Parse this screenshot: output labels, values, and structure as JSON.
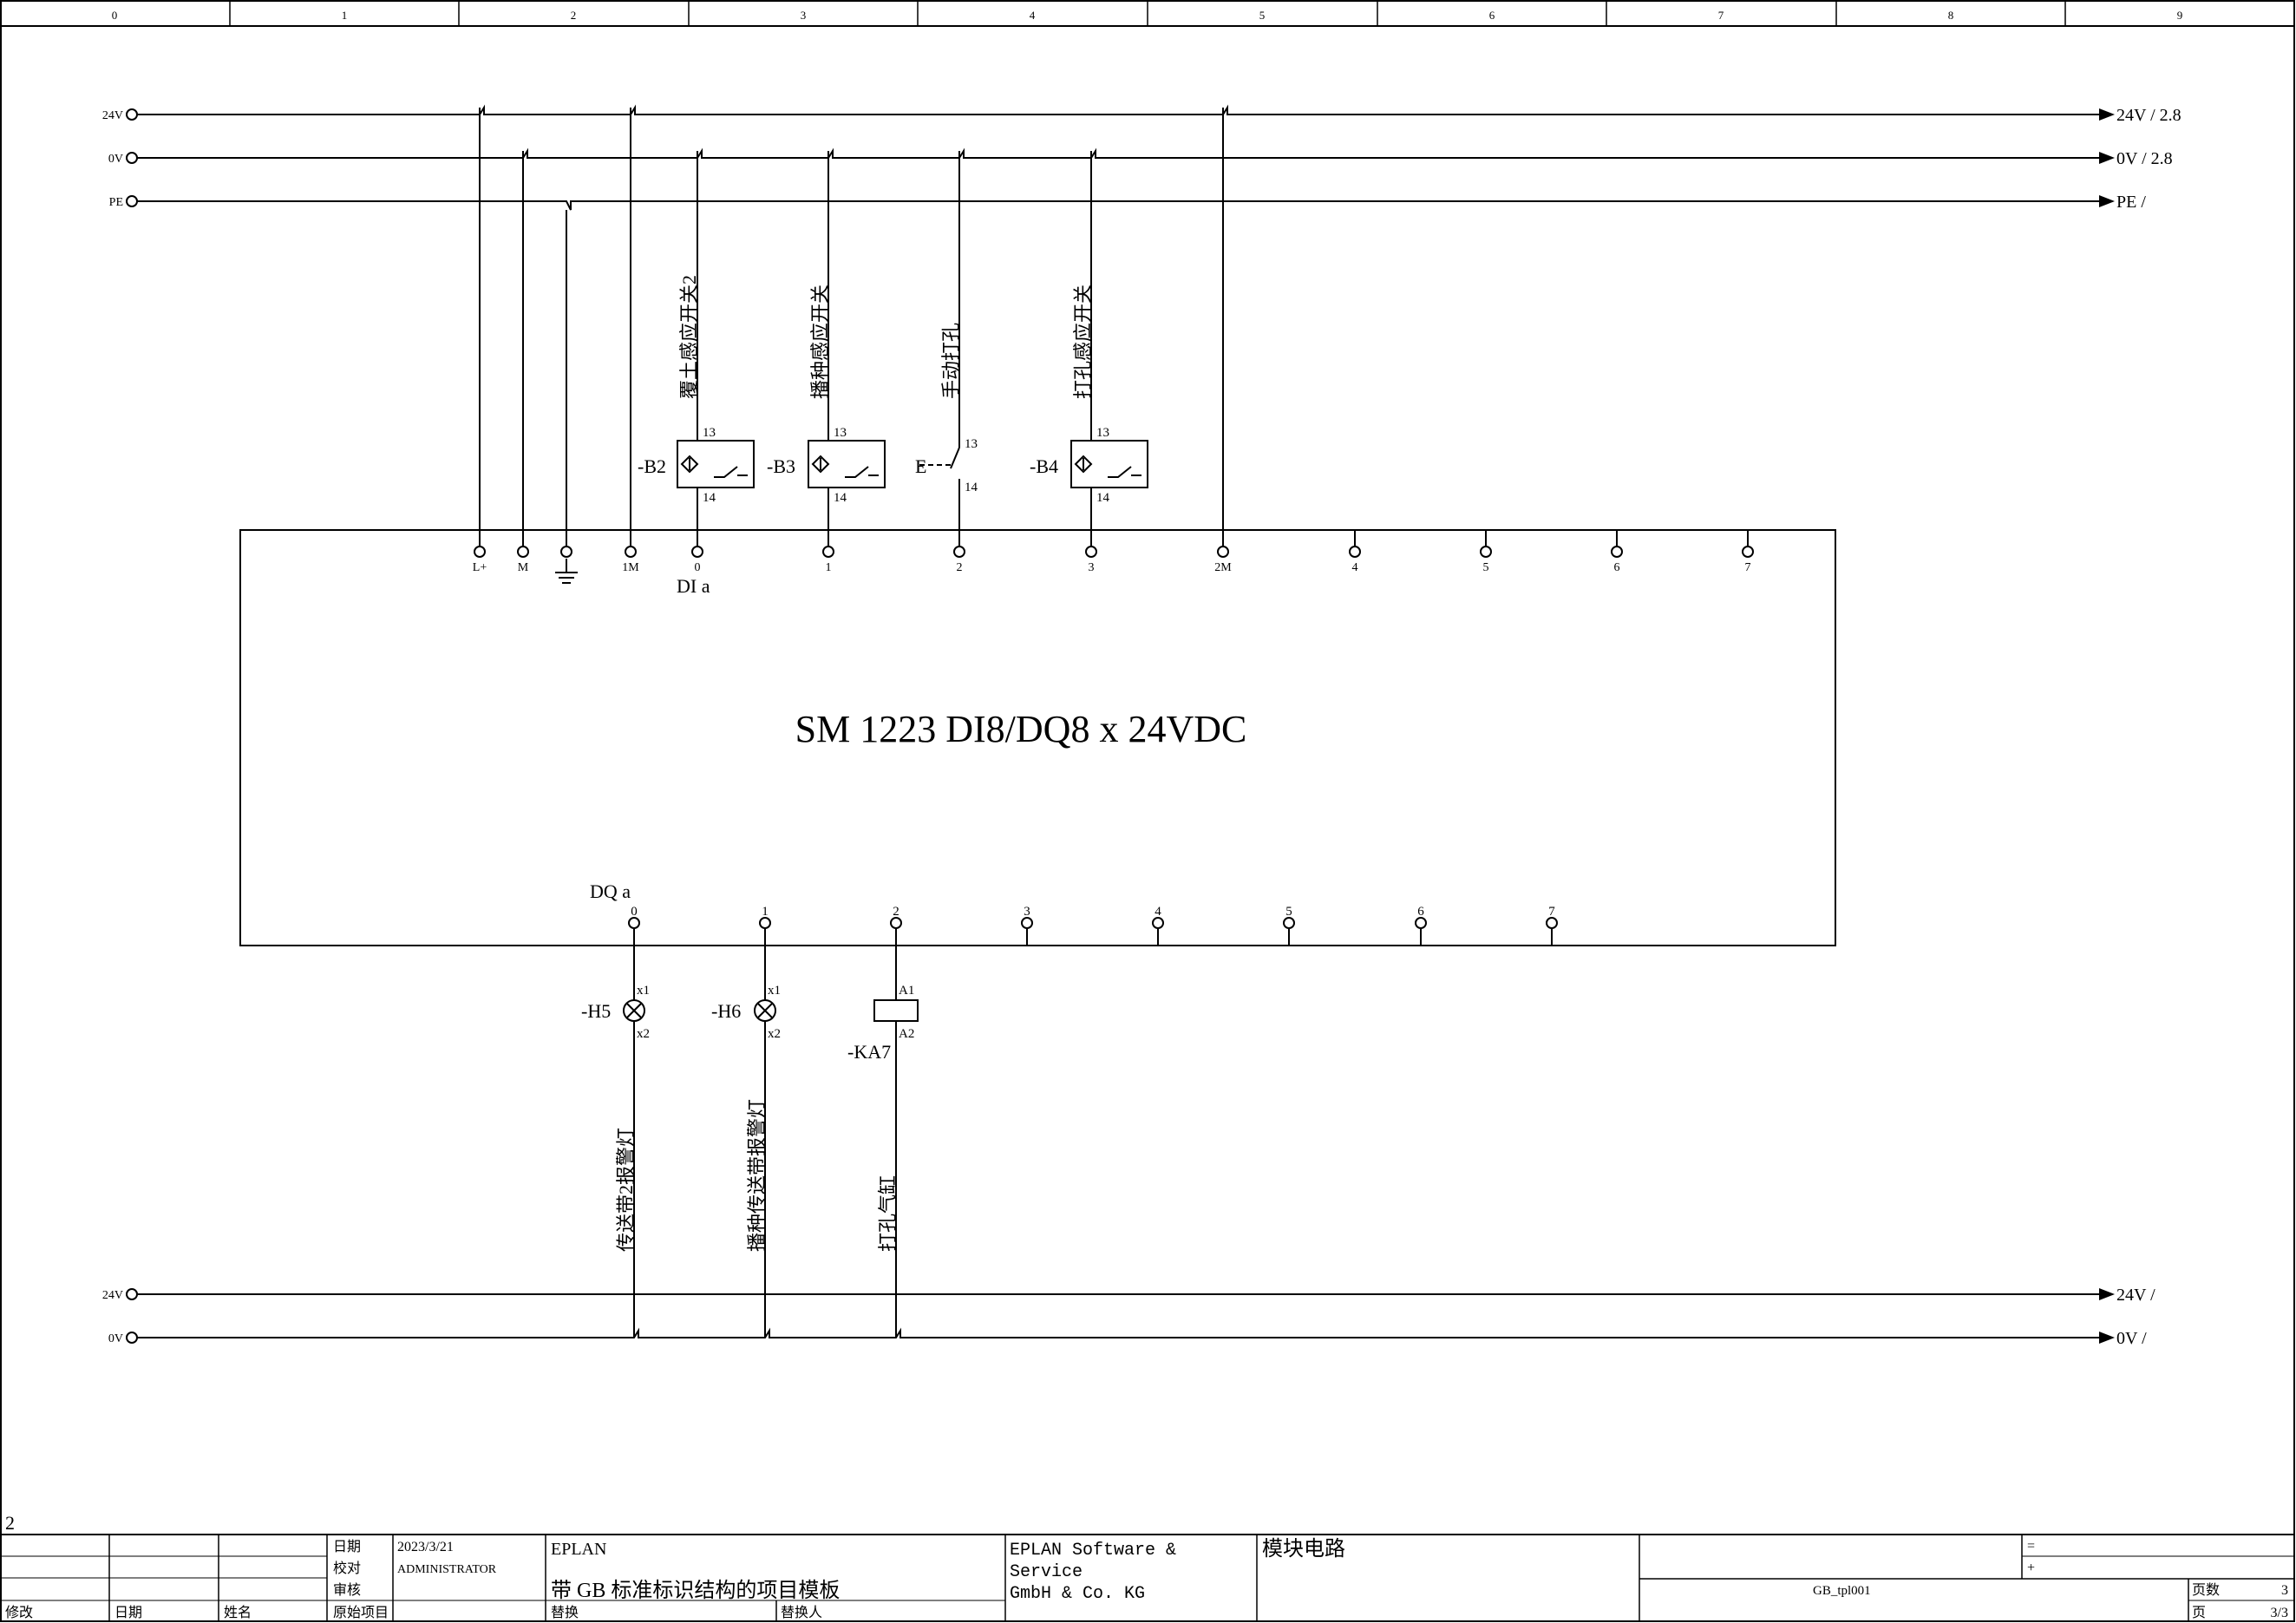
{
  "grid_columns": [
    "0",
    "1",
    "2",
    "3",
    "4",
    "5",
    "6",
    "7",
    "8",
    "9"
  ],
  "rails_top": [
    {
      "label": "24V",
      "ref": "24V / 2.8"
    },
    {
      "label": "0V",
      "ref": "0V / 2.8"
    },
    {
      "label": "PE",
      "ref": "PE /"
    }
  ],
  "rails_bottom": [
    {
      "label": "24V",
      "ref": "24V /"
    },
    {
      "label": "0V",
      "ref": "0V /"
    }
  ],
  "module": {
    "title": "SM 1223 DI8/DQ8 x 24VDC",
    "di_group": "DI a",
    "dq_group": "DQ a",
    "top_terminals": [
      "L+",
      "M",
      "",
      "1M",
      "0",
      "1",
      "2",
      "3",
      "2M",
      "4",
      "5",
      "6",
      "7"
    ],
    "bottom_terminals": [
      "0",
      "1",
      "2",
      "3",
      "4",
      "5",
      "6",
      "7"
    ]
  },
  "inputs": [
    {
      "tag": "-B2",
      "desc": "覆土感应开关2",
      "pin_top": "13",
      "pin_bottom": "14"
    },
    {
      "tag": "-B3",
      "desc": "播种感应开关",
      "pin_top": "13",
      "pin_bottom": "14"
    },
    {
      "tag": "E",
      "desc": "手动打孔",
      "pin_top": "13",
      "pin_bottom": "14"
    },
    {
      "tag": "-B4",
      "desc": "打孔感应开关",
      "pin_top": "13",
      "pin_bottom": "14"
    }
  ],
  "outputs": [
    {
      "tag": "-H5",
      "desc": "传送带2报警灯",
      "pin_top": "x1",
      "pin_bottom": "x2"
    },
    {
      "tag": "-H6",
      "desc": "播种传送带报警灯",
      "pin_top": "x1",
      "pin_bottom": "x2"
    },
    {
      "tag": "-KA7",
      "desc": "打孔气缸",
      "pin_top": "A1",
      "pin_bottom": "A2"
    }
  ],
  "page_marker": "2",
  "title_block": {
    "date_label": "日期",
    "date_value": "2023/3/21",
    "check_label": "校对",
    "check_value": "ADMINISTRATOR",
    "review_label": "审核",
    "modify_label": "修改",
    "date_col_label": "日期",
    "name_label": "姓名",
    "origin_label": "原始项目",
    "replace_label": "替换",
    "replaced_by_label": "替换人",
    "company_short": "EPLAN",
    "project_name": "带 GB 标准标识结构的项目模板",
    "company_line1": "EPLAN Software &",
    "company_line2": "Service",
    "company_line3": "GmbH & Co. KG",
    "page_title": "模块电路",
    "eq_sign": "=",
    "plus_sign": "+",
    "template": "GB_tpl001",
    "pages_label": "页数",
    "pages_value": "3",
    "page_label": "页",
    "page_value": "3/3"
  }
}
